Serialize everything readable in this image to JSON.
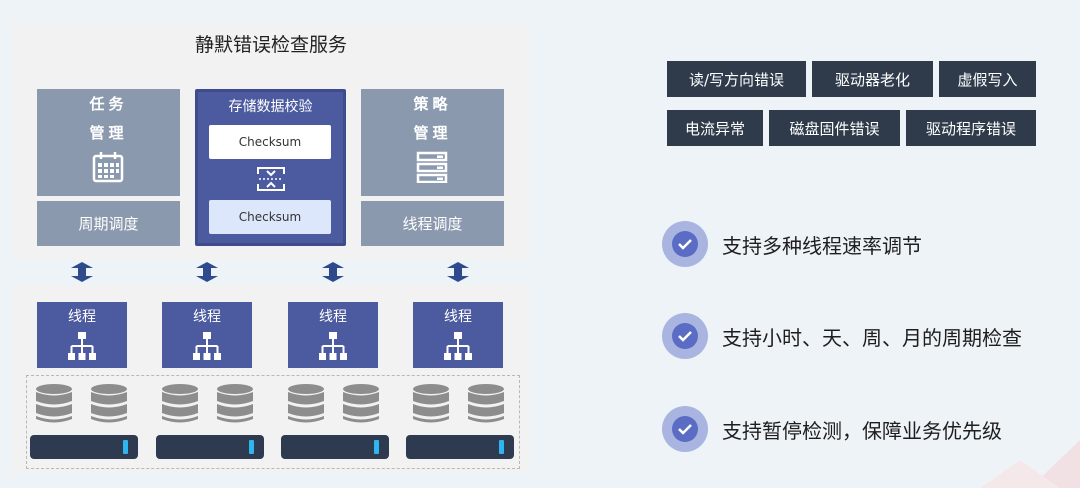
{
  "service": {
    "title": "静默错误检查服务",
    "task": {
      "label_line1": "任务",
      "label_line2": "管理",
      "bottom": "周期调度",
      "icon": "calendar-icon"
    },
    "verify": {
      "title": "存储数据校验",
      "checksum_top": "Checksum",
      "checksum_bottom": "Checksum",
      "icon": "compare-icon"
    },
    "policy": {
      "label_line1": "策略",
      "label_line2": "管理",
      "bottom": "线程调度",
      "icon": "server-stack-icon"
    }
  },
  "threads": [
    {
      "label": "线程"
    },
    {
      "label": "线程"
    },
    {
      "label": "线程"
    },
    {
      "label": "线程"
    }
  ],
  "errors": [
    "读/写方向错误",
    "驱动器老化",
    "虚假写入",
    "电流异常",
    "磁盘固件错误",
    "驱动程序错误"
  ],
  "features": [
    "支持多种线程速率调节",
    "支持小时、天、周、月的周期检查",
    "支持暂停检测，保障业务优先级"
  ],
  "colors": {
    "panel_gray": "#8a99ad",
    "accent_blue": "#4c5b9f",
    "error_box": "#2f3b4b",
    "check_icon": "#5a6cc4"
  }
}
